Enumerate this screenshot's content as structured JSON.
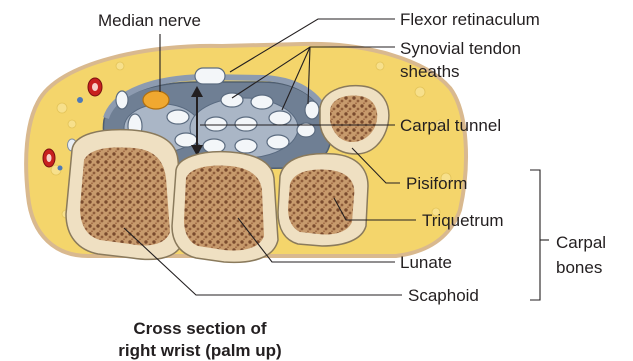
{
  "labels": {
    "median_nerve": "Median nerve",
    "flexor_retinaculum": "Flexor retinaculum",
    "synovial_tendon_sheaths_line1": "Synovial tendon",
    "synovial_tendon_sheaths_line2": "sheaths",
    "carpal_tunnel": "Carpal tunnel",
    "pisiform": "Pisiform",
    "triquetrum": "Triquetrum",
    "lunate": "Lunate",
    "scaphoid": "Scaphoid",
    "carpal_bones_line1": "Carpal",
    "carpal_bones_line2": "bones"
  },
  "caption": {
    "line1": "Cross section of",
    "line2": "right wrist (palm up)"
  },
  "colors": {
    "fat": "#f5d76e",
    "skin": "#e8c9a0",
    "tunnel": "#6f7f94",
    "tendon": "#e9eef3",
    "bone": "#efe0c2",
    "marrow": "#8a5a3c",
    "nerve": "#f0a830",
    "artery": "#c8201f"
  }
}
